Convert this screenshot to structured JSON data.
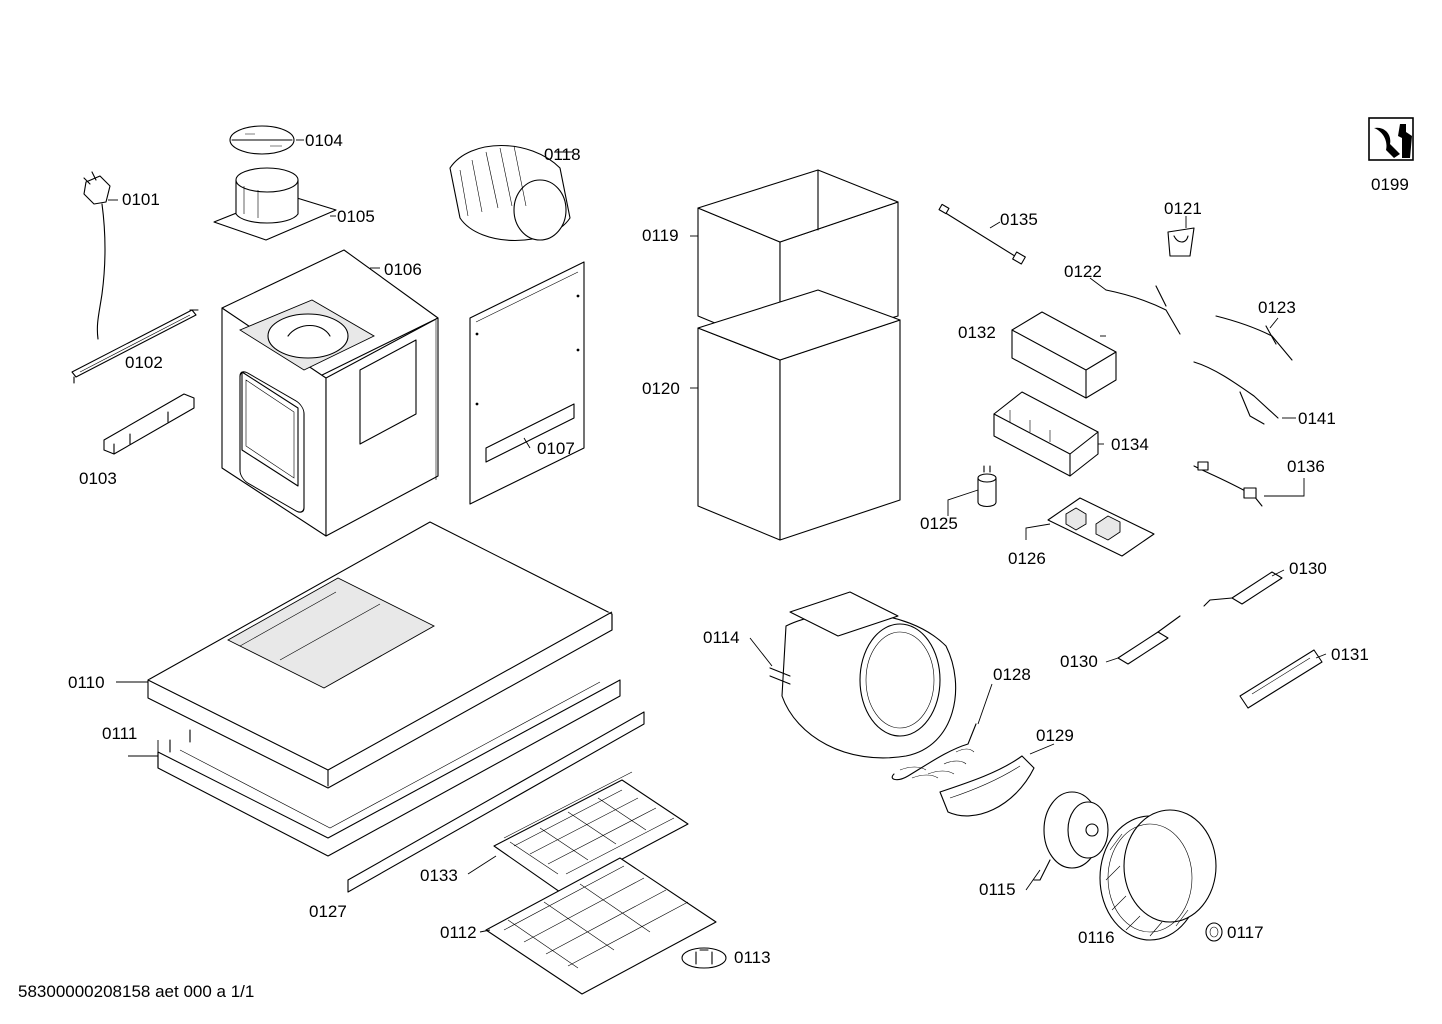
{
  "footer": {
    "document_id": "58300000208158 aet 000 a 1/1"
  },
  "service_icon": {
    "icon": "wrench-service-icon",
    "label": "0199"
  },
  "parts": [
    {
      "id": "p0101",
      "label": "0101"
    },
    {
      "id": "p0102",
      "label": "0102"
    },
    {
      "id": "p0103",
      "label": "0103"
    },
    {
      "id": "p0104",
      "label": "0104"
    },
    {
      "id": "p0105",
      "label": "0105"
    },
    {
      "id": "p0106",
      "label": "0106"
    },
    {
      "id": "p0107",
      "label": "0107"
    },
    {
      "id": "p0110",
      "label": "0110"
    },
    {
      "id": "p0111",
      "label": "0111"
    },
    {
      "id": "p0112",
      "label": "0112"
    },
    {
      "id": "p0113",
      "label": "0113"
    },
    {
      "id": "p0114",
      "label": "0114"
    },
    {
      "id": "p0115",
      "label": "0115"
    },
    {
      "id": "p0116",
      "label": "0116"
    },
    {
      "id": "p0117",
      "label": "0117"
    },
    {
      "id": "p0118",
      "label": "0118"
    },
    {
      "id": "p0119",
      "label": "0119"
    },
    {
      "id": "p0120",
      "label": "0120"
    },
    {
      "id": "p0121",
      "label": "0121"
    },
    {
      "id": "p0122",
      "label": "0122"
    },
    {
      "id": "p0123",
      "label": "0123"
    },
    {
      "id": "p0125",
      "label": "0125"
    },
    {
      "id": "p0126",
      "label": "0126"
    },
    {
      "id": "p0127",
      "label": "0127"
    },
    {
      "id": "p0128",
      "label": "0128"
    },
    {
      "id": "p0129",
      "label": "0129"
    },
    {
      "id": "p0130a",
      "label": "0130"
    },
    {
      "id": "p0130b",
      "label": "0130"
    },
    {
      "id": "p0131",
      "label": "0131"
    },
    {
      "id": "p0132",
      "label": "0132"
    },
    {
      "id": "p0133",
      "label": "0133"
    },
    {
      "id": "p0134",
      "label": "0134"
    },
    {
      "id": "p0135",
      "label": "0135"
    },
    {
      "id": "p0136",
      "label": "0136"
    },
    {
      "id": "p0141",
      "label": "0141"
    }
  ]
}
